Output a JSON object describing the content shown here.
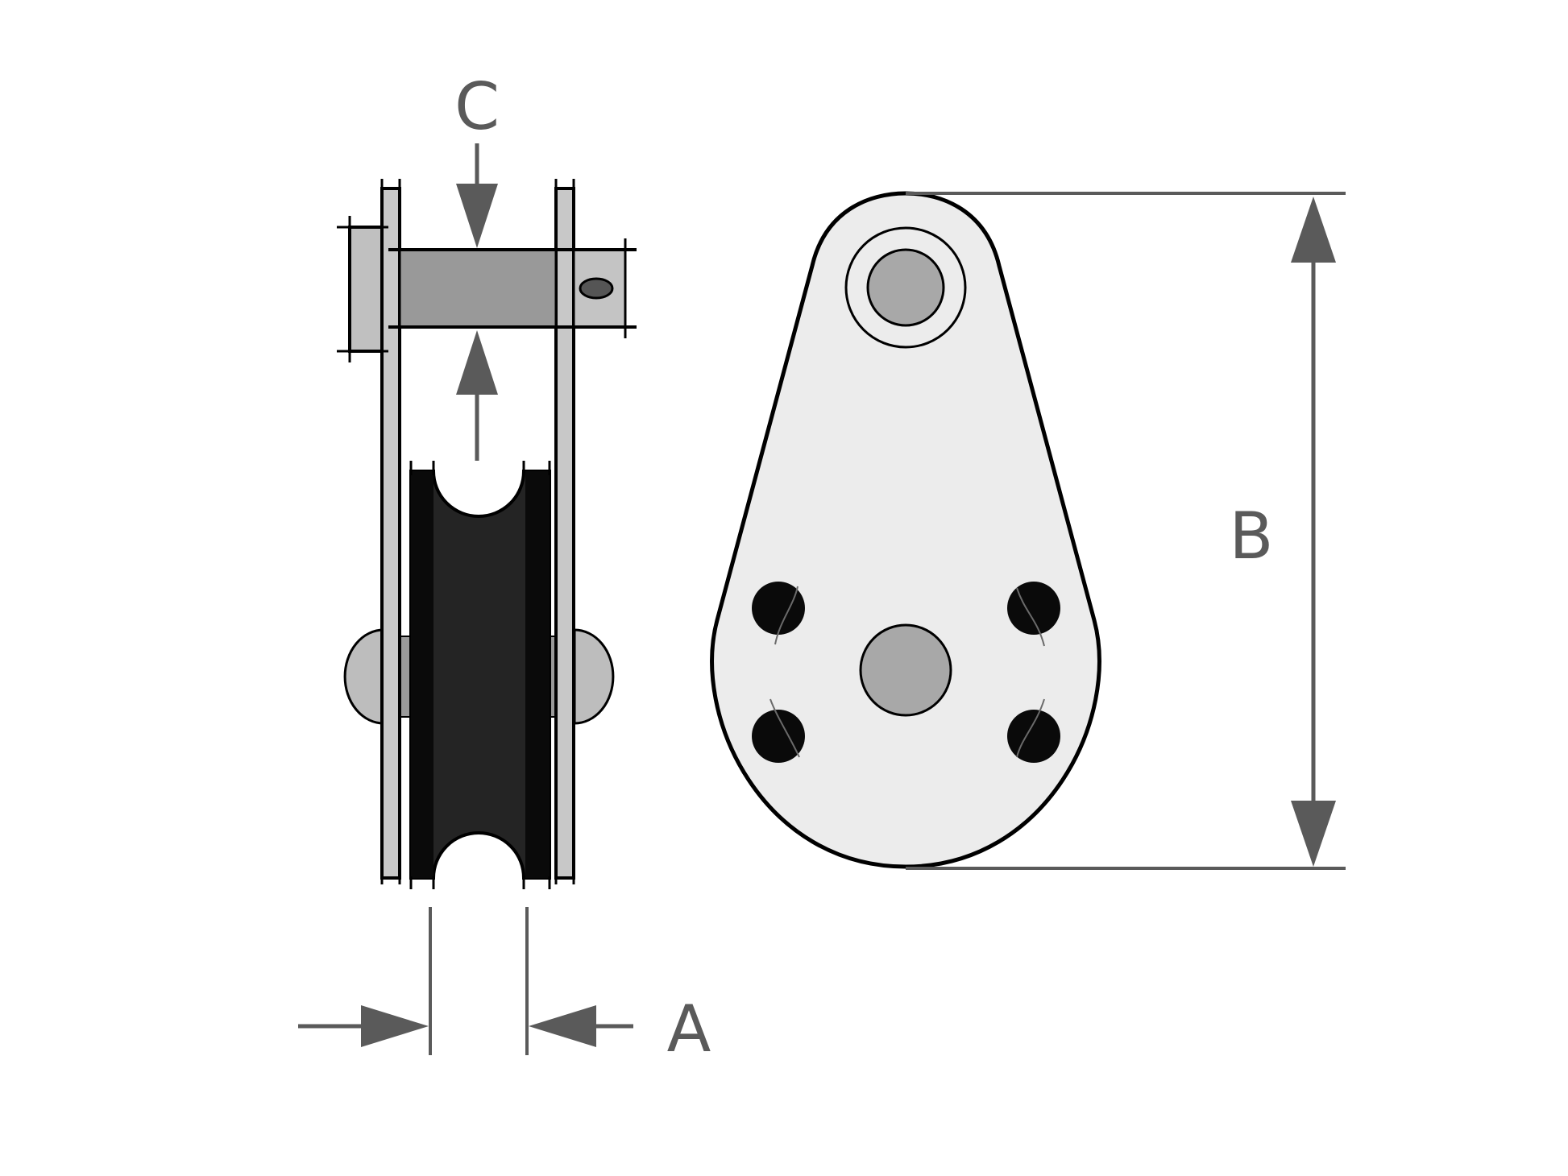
{
  "diagram": {
    "labels": {
      "a": "A",
      "b": "B",
      "c": "C"
    },
    "colors": {
      "dimension": "#5a5a5a",
      "plate_side": "#c8c8c8",
      "plate_face": "#ececec",
      "pin": "#999999",
      "sheave": "#242424",
      "screw": "#0a0a0a",
      "outline": "#000000"
    }
  }
}
